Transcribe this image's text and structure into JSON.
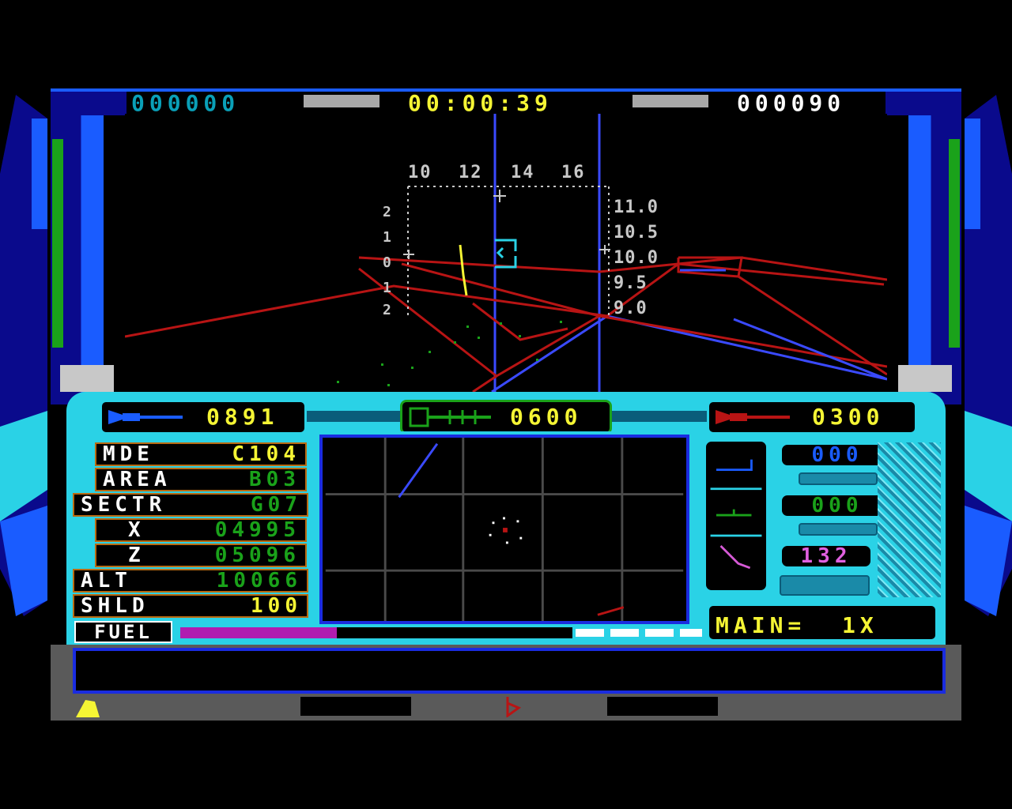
{
  "hud_top": {
    "score_left": "000000",
    "timer": "00:00:39",
    "score_right": "000090"
  },
  "pitch_ladder": {
    "top_ticks": [
      "10",
      "12",
      "14",
      "16"
    ],
    "left_ticks": [
      "2",
      "1",
      "0",
      "1",
      "2"
    ],
    "right_ticks": [
      "11.0",
      "10.5",
      "10.0",
      "9.5",
      "9.0"
    ]
  },
  "counters": {
    "left_value": "0891",
    "center_value": "0600",
    "right_value": "0300"
  },
  "status_rows": [
    {
      "label": "MDE",
      "value": "C104",
      "color": "#f5f534"
    },
    {
      "label": "AREA",
      "value": "B03",
      "color": "#1aa21a"
    },
    {
      "label": "SECTR",
      "value": "G07",
      "color": "#1aa21a"
    },
    {
      "label": "X",
      "value": "04995",
      "color": "#1aa21a"
    },
    {
      "label": "Z",
      "value": "05096",
      "color": "#1aa21a"
    },
    {
      "label": "ALT",
      "value": "10066",
      "color": "#1aa21a"
    },
    {
      "label": "SHLD",
      "value": "100",
      "color": "#f5f534"
    }
  ],
  "fuel": {
    "label": "FUEL",
    "level": 0.4
  },
  "right_readouts": {
    "r1": "000",
    "r2": "000",
    "r3": "132"
  },
  "weapon": {
    "main_label": "MAIN=  1X"
  },
  "colors": {
    "cyan": "#2ad2e6",
    "blue": "#1a2ce0",
    "yellow": "#f5f534",
    "green": "#1aa21a",
    "magenta": "#b01cb0",
    "red": "#b81414"
  }
}
